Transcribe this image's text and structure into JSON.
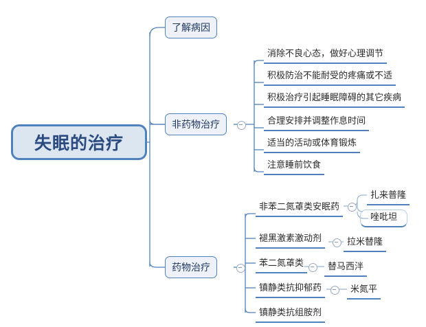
{
  "diagram": {
    "type": "mind-map",
    "title": "失眠的治疗",
    "colors": {
      "root_fill": "#dce6f1",
      "root_border": "#4f81bd",
      "root_text": "#2a4a80",
      "node_fill": "#eef2f8",
      "node_border": "#4f81bd",
      "branch_line": "#4f81bd",
      "leaf_text": "#2b2b2b",
      "background": "#ffffff"
    },
    "root": {
      "label": "失眠的治疗"
    },
    "branches": [
      {
        "id": "causes",
        "label": "了解病因",
        "children": []
      },
      {
        "id": "non-drug",
        "label": "非药物治疗",
        "toggle": "collapse-minus",
        "children": [
          {
            "label": "消除不良心态，做好心理调节"
          },
          {
            "label": "积极防治不能耐受的疼痛或不适"
          },
          {
            "label": "积极治疗引起睡眠障碍的其它疾病"
          },
          {
            "label": "合理安排并调整作息时间"
          },
          {
            "label": "适当的活动或体育锻炼"
          },
          {
            "label": "注意睡前饮食"
          }
        ]
      },
      {
        "id": "drug",
        "label": "药物治疗",
        "toggle": "collapse-minus",
        "children": [
          {
            "label": "非苯二氮䓬类安眠药",
            "toggle": "collapse-minus",
            "children": [
              {
                "label": "扎来普隆"
              },
              {
                "label": "唑吡坦",
                "selected": true
              }
            ]
          },
          {
            "label": "褪黑激素激动剂",
            "toggle": "collapse-minus",
            "children": [
              {
                "label": "拉米替隆"
              }
            ]
          },
          {
            "label": "苯二氮䓬类",
            "toggle": "collapse-minus",
            "children": [
              {
                "label": "替马西泮"
              }
            ]
          },
          {
            "label": "镇静类抗抑郁药",
            "toggle": "collapse-minus",
            "children": [
              {
                "label": "米氮平"
              }
            ]
          },
          {
            "label": "镇静类抗组胺剂",
            "children": []
          }
        ]
      }
    ]
  }
}
